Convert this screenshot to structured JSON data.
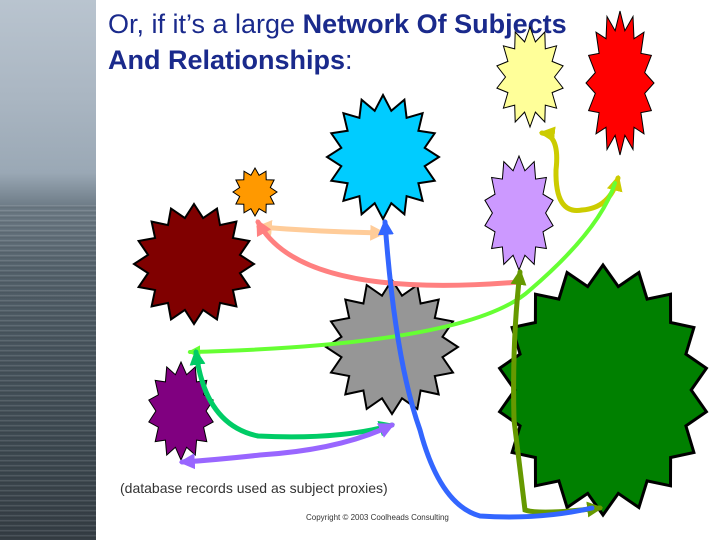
{
  "title": {
    "prefix": "Or, if it’s a large ",
    "bold": "Network Of Subjects And Relationships",
    "suffix": ":"
  },
  "caption": "(database records used as subject proxies)",
  "copyright": "Copyright © 2003 Coolheads Consulting",
  "nodes": [
    {
      "id": "pale-yellow",
      "color": "#ffff99"
    },
    {
      "id": "red",
      "color": "#ff0000"
    },
    {
      "id": "cyan",
      "color": "#00ccff"
    },
    {
      "id": "orange",
      "color": "#ff9900"
    },
    {
      "id": "lavender",
      "color": "#cc99ff"
    },
    {
      "id": "maroon",
      "color": "#800000"
    },
    {
      "id": "gray",
      "color": "#969696"
    },
    {
      "id": "dark-green",
      "color": "#008000"
    },
    {
      "id": "purple",
      "color": "#800080"
    }
  ],
  "edges": [
    {
      "id": "cyan-to-orange",
      "color": "#ffcc99"
    },
    {
      "id": "lavender-to-orange",
      "color": "#ff8080"
    },
    {
      "id": "pale-yellow-to-red",
      "color": "#cccc00"
    },
    {
      "id": "red-to-maroon",
      "color": "#66ff33"
    },
    {
      "id": "lavender-to-dark-green",
      "color": "#669900"
    },
    {
      "id": "gray-to-maroon",
      "color": "#00cc66"
    },
    {
      "id": "gray-to-purple",
      "color": "#9966ff"
    },
    {
      "id": "dark-green-to-cyan",
      "color": "#3366ff"
    }
  ]
}
